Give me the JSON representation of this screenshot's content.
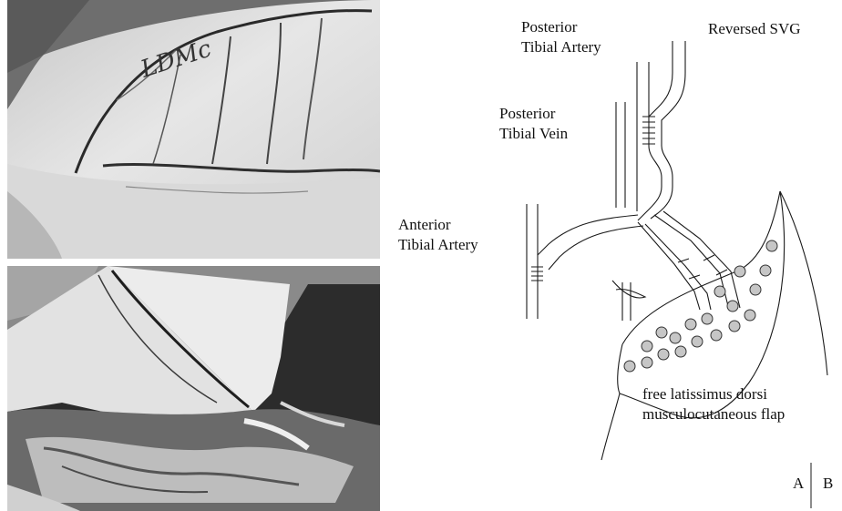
{
  "photos": {
    "top": {
      "handwritten_text": "LDMc"
    },
    "bottom": {}
  },
  "diagram": {
    "labels": {
      "posterior_tibial_artery": [
        "Posterior",
        "Tibial Artery"
      ],
      "reversed_svg": "Reversed SVG",
      "posterior_tibial_vein": [
        "Posterior",
        "Tibial Vein"
      ],
      "anterior_tibial_artery": [
        "Anterior",
        "Tibial Artery"
      ],
      "flap": [
        "free latissimus dorsi",
        "musculocutaneous flap"
      ]
    }
  },
  "panel_labels": {
    "left": "A",
    "right": "B"
  }
}
